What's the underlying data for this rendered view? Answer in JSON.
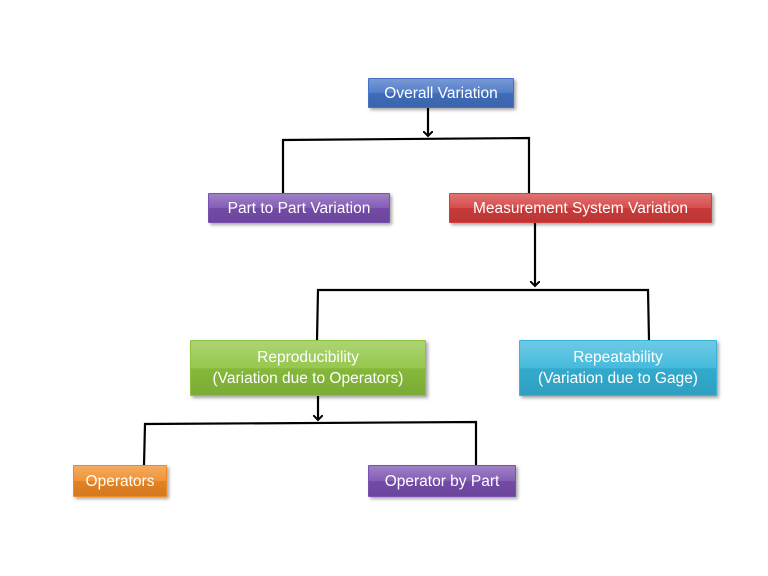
{
  "diagram": {
    "nodes": {
      "overall": {
        "label": "Overall Variation",
        "color": "#4472C4"
      },
      "part_to_part": {
        "label": "Part to Part Variation",
        "color": "#7A4FB0"
      },
      "measurement_system": {
        "label": "Measurement System Variation",
        "color": "#D43D3D"
      },
      "reproducibility": {
        "line1": "Reproducibility",
        "line2": "(Variation due to Operators)",
        "color": "#8DC33E"
      },
      "repeatability": {
        "line1": "Repeatability",
        "line2": "(Variation due to Gage)",
        "color": "#36B5DA"
      },
      "operators": {
        "label": "Operators",
        "color": "#F08A24"
      },
      "operator_by_part": {
        "label": "Operator by Part",
        "color": "#7A4FB0"
      }
    },
    "line_color": "#000000"
  }
}
